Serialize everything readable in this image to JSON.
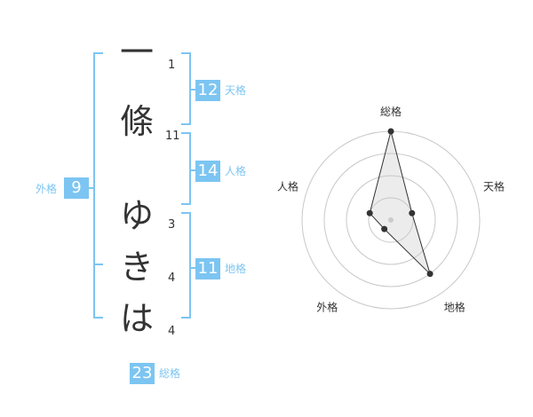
{
  "colors": {
    "accent": "#7cc5f2",
    "bracket": "#7cc5f2",
    "text": "#333333"
  },
  "name": {
    "characters": [
      {
        "char": "一",
        "strokes": "1"
      },
      {
        "char": "條",
        "strokes": "11"
      },
      {
        "char": "ゆ",
        "strokes": "3"
      },
      {
        "char": "き",
        "strokes": "4"
      },
      {
        "char": "は",
        "strokes": "4"
      }
    ]
  },
  "fortune": {
    "tenkaku": {
      "value": "12",
      "label": "天格"
    },
    "jinkaku": {
      "value": "14",
      "label": "人格"
    },
    "chikaku": {
      "value": "11",
      "label": "地格"
    },
    "gaikaku": {
      "value": "9",
      "label": "外格"
    },
    "soukaku": {
      "value": "23",
      "label": "総格"
    }
  },
  "chart_data": {
    "type": "radar",
    "axes": [
      "総格",
      "天格",
      "地格",
      "外格",
      "人格"
    ],
    "rings": 4,
    "range": [
      0,
      4
    ],
    "values": [
      4,
      1,
      3,
      0.5,
      1
    ],
    "grid": true
  }
}
